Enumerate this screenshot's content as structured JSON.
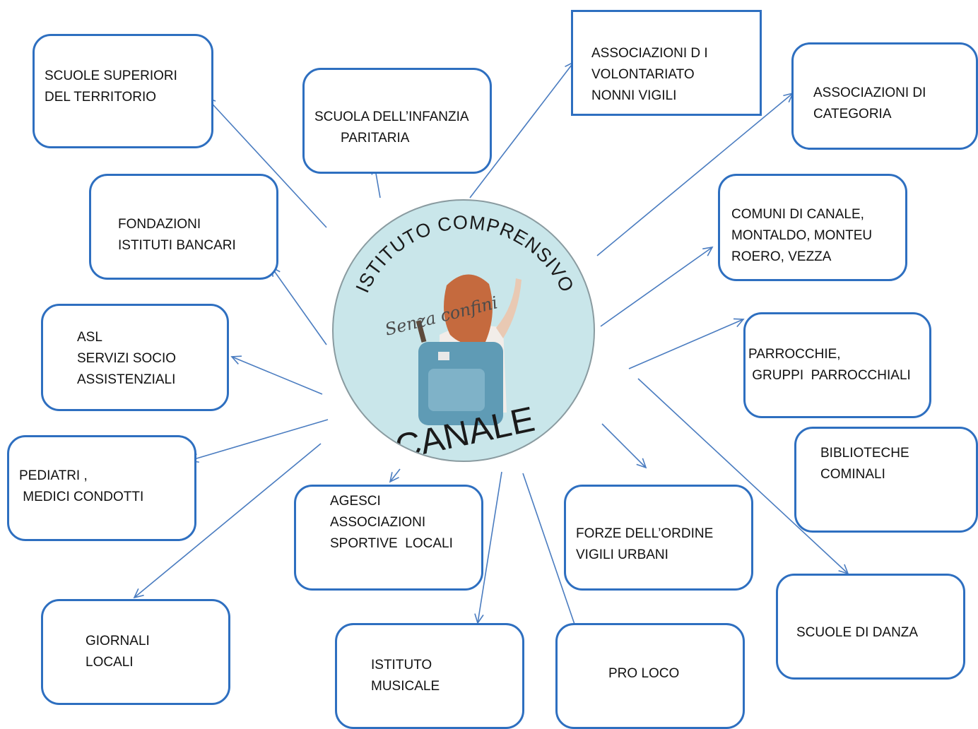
{
  "center": {
    "arc_text": "ISTITUTO COMPRENSIVO",
    "script_text": "Senza confini",
    "bottom_text": "CANALE",
    "colors": {
      "disc": "#c9e6ea",
      "backpack": "#5f9bb5",
      "hair": "#c56a3e",
      "shirt": "#f2ede9"
    }
  },
  "colors": {
    "box_border": "#2e6fc0",
    "arrow": "#4a7cc0"
  },
  "boxes": {
    "scuole_superiori": "SCUOLE SUPERIORI\nDEL TERRITORIO",
    "scuola_infanzia": "SCUOLA DELL’INFANZIA\n       PARITARIA",
    "volontariato": "ASSOCIAZIONI D I\nVOLONTARIATO\nNONNI VIGILI",
    "categoria": "ASSOCIAZIONI DI\nCATEGORIA",
    "fondazioni": "FONDAZIONI\nISTITUTI BANCARI",
    "comuni": "COMUNI DI CANALE,\nMONTALDO, MONTEU\nROERO, VEZZA",
    "asl": "ASL\nSERVIZI SOCIO\nASSISTENZIALI",
    "parrocchie": "PARROCCHIE,\n GRUPPI  PARROCCHIALI",
    "biblioteche": "BIBLIOTECHE\nCOMINALI",
    "pediatri": "PEDIATRI ,\n MEDICI CONDOTTI",
    "agesci": "AGESCI\nASSOCIAZIONI\nSPORTIVE  LOCALI",
    "forze_ordine": "FORZE DELL’ORDINE\nVIGILI URBANI",
    "giornali": "GIORNALI\nLOCALI",
    "istituto_musicale": "ISTITUTO\nMUSICALE",
    "pro_loco": "PRO LOCO",
    "scuole_danza": "SCUOLE DI DANZA"
  }
}
